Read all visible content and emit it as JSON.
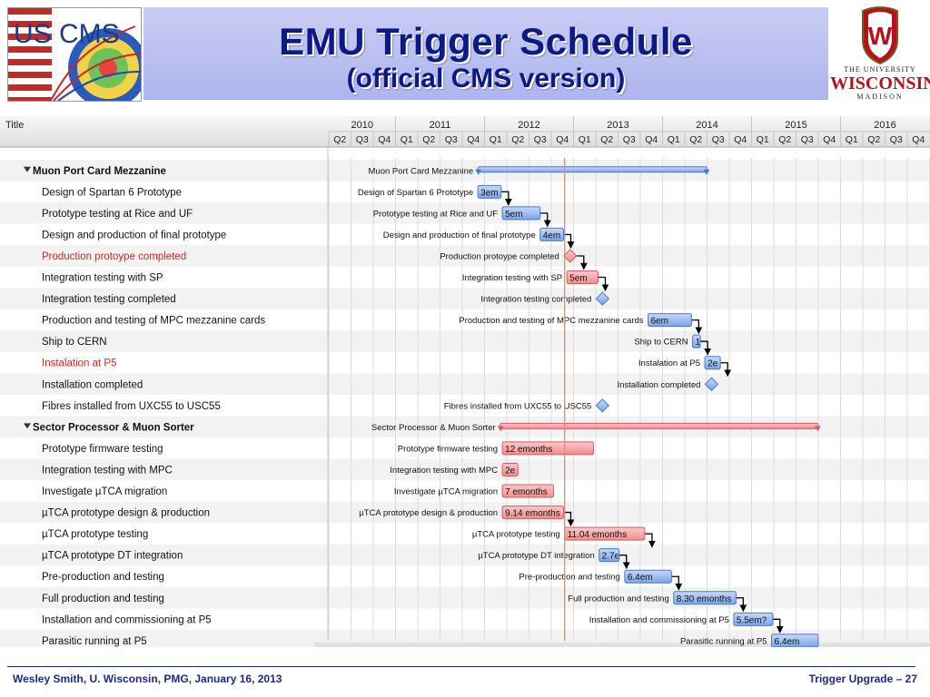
{
  "header": {
    "title": "EMU Trigger Schedule",
    "subtitle": "(official CMS version)",
    "logo_left_text": "US CMS",
    "logo_right_lines": [
      "THE UNIVERSITY",
      "WISCONSIN",
      "MADISON"
    ],
    "logo_right_shield_letter": "W"
  },
  "colors": {
    "title_blue": "#0c1a86",
    "bar_blue": "#8fb3ee",
    "bar_red": "#f6a4a4",
    "red_text": "#e02020",
    "today_line": "#f08080"
  },
  "gantt": {
    "column_title": "Title",
    "years": [
      {
        "label": "2010"
      },
      {
        "label": "2011"
      },
      {
        "label": "2012"
      },
      {
        "label": "2013"
      },
      {
        "label": "2014"
      },
      {
        "label": "2015"
      },
      {
        "label": "2016"
      }
    ],
    "quarters": [
      "Q2",
      "Q3",
      "Q4",
      "Q1",
      "Q2",
      "Q3",
      "Q4",
      "Q1",
      "Q2",
      "Q3",
      "Q4",
      "Q1",
      "Q2",
      "Q3",
      "Q4",
      "Q1",
      "Q2",
      "Q3",
      "Q4",
      "Q1",
      "Q2",
      "Q3",
      "Q4",
      "Q1",
      "Q2",
      "Q3",
      "Q4"
    ],
    "today_quarter": 10.6,
    "rows": [
      {
        "name": "Muon Port Card Mezzanine",
        "group": true,
        "bar_label": "Muon Port Card Mezzanine",
        "type": "summary",
        "color": "blue",
        "start": 6.7,
        "end": 17.0
      },
      {
        "name": "Design of Spartan 6 Prototype",
        "bar_label": "Design of Spartan 6 Prototype",
        "type": "task",
        "color": "blue",
        "start": 6.7,
        "end": 7.75,
        "duration": "3em"
      },
      {
        "name": "Prototype testing at Rice and UF",
        "bar_label": "Prototype testing at Rice and UF",
        "type": "task",
        "color": "blue",
        "start": 7.8,
        "end": 9.5,
        "duration": "5em"
      },
      {
        "name": "Design and production of final prototype",
        "bar_label": "Design and production of final prototype",
        "type": "task",
        "color": "blue",
        "start": 9.5,
        "end": 10.55,
        "duration": "4em"
      },
      {
        "name": "Production protoype completed",
        "red": true,
        "bar_label": "Production protoype completed",
        "type": "milestone",
        "color": "red",
        "start": 10.85
      },
      {
        "name": "Integration testing with SP",
        "bar_label": "Integration testing with SP",
        "type": "task",
        "color": "red",
        "start": 10.7,
        "end": 12.1,
        "duration": "5em"
      },
      {
        "name": "Integration testing completed",
        "bar_label": "Integration testing completed",
        "type": "milestone",
        "color": "blue",
        "start": 12.3
      },
      {
        "name": "Production and testing of MPC mezzanine cards",
        "bar_label": "Production and testing of MPC mezzanine cards",
        "type": "task",
        "color": "blue",
        "start": 14.35,
        "end": 16.3,
        "duration": "6em"
      },
      {
        "name": "Ship to CERN",
        "bar_label": "Ship to CERN",
        "type": "task",
        "color": "blue",
        "start": 16.35,
        "end": 16.7,
        "duration": "1"
      },
      {
        "name": "Instalation at P5",
        "red": true,
        "bar_label": "Instalation at P5",
        "type": "task",
        "color": "blue",
        "start": 16.9,
        "end": 17.6,
        "duration": "2e"
      },
      {
        "name": "Installation completed",
        "bar_label": "Installation completed",
        "type": "milestone",
        "color": "blue",
        "start": 17.2
      },
      {
        "name": "Fibres installed from UXC55 to USC55",
        "bar_label": "Fibres installed from UXC55 to USC55",
        "type": "milestone",
        "color": "blue",
        "start": 12.3
      },
      {
        "name": "Sector Processor & Muon Sorter",
        "group": true,
        "bar_label": "Sector Processor & Muon Sorter",
        "type": "summary",
        "color": "red",
        "start": 7.7,
        "end": 22.0
      },
      {
        "name": "Prototype firmware testing",
        "bar_label": "Prototype firmware testing",
        "type": "task",
        "color": "red",
        "start": 7.8,
        "end": 11.9,
        "duration": "12 emonths"
      },
      {
        "name": "Integration testing with MPC",
        "bar_label": "Integration testing with MPC",
        "type": "task",
        "color": "red",
        "start": 7.8,
        "end": 8.5,
        "duration": "2e"
      },
      {
        "name": "Investigate µTCA migration",
        "bar_label": "Investigate µTCA migration",
        "type": "task",
        "color": "red",
        "start": 7.8,
        "end": 10.1,
        "duration": "7 emonths"
      },
      {
        "name": "µTCA prototype design & production",
        "bar_label": "µTCA prototype design & production",
        "type": "task",
        "color": "red",
        "start": 7.8,
        "end": 10.55,
        "duration": "9.14 emonths"
      },
      {
        "name": "µTCA prototype testing",
        "bar_label": "µTCA prototype testing",
        "type": "task",
        "color": "red",
        "start": 10.6,
        "end": 14.2,
        "duration": "11.04 emonths"
      },
      {
        "name": "µTCA prototype DT integration",
        "bar_label": "µTCA prototype DT integration",
        "type": "task",
        "color": "blue",
        "start": 12.15,
        "end": 13.05,
        "duration": "2.7e"
      },
      {
        "name": "Pre-production and testing",
        "bar_label": "Pre-production and testing",
        "type": "task",
        "color": "blue",
        "start": 13.3,
        "end": 15.4,
        "duration": "6.4em"
      },
      {
        "name": "Full production and testing",
        "bar_label": "Full production and testing",
        "type": "task",
        "color": "blue",
        "start": 15.5,
        "end": 18.3,
        "duration": "8.30 emonths"
      },
      {
        "name": "Installation and commissioning at P5",
        "bar_label": "Installation and commissioning at P5",
        "type": "task",
        "color": "blue",
        "start": 18.2,
        "end": 19.95,
        "duration": "5.5em?"
      },
      {
        "name": "Parasitic running at P5",
        "bar_label": "Parasitic running at P5",
        "type": "task",
        "color": "blue",
        "start": 19.9,
        "end": 22.0,
        "duration": "6.4em"
      }
    ],
    "dependencies": [
      [
        1,
        2
      ],
      [
        2,
        3
      ],
      [
        3,
        4
      ],
      [
        4,
        5
      ],
      [
        5,
        6
      ],
      [
        7,
        8
      ],
      [
        8,
        9
      ],
      [
        9,
        10
      ],
      [
        16,
        17
      ],
      [
        17,
        18
      ],
      [
        18,
        19
      ],
      [
        19,
        20
      ],
      [
        20,
        21
      ],
      [
        21,
        22
      ]
    ]
  },
  "footer": {
    "left": "Wesley Smith, U. Wisconsin, PMG, January 16, 2013",
    "right": "Trigger Upgrade  – 27"
  }
}
